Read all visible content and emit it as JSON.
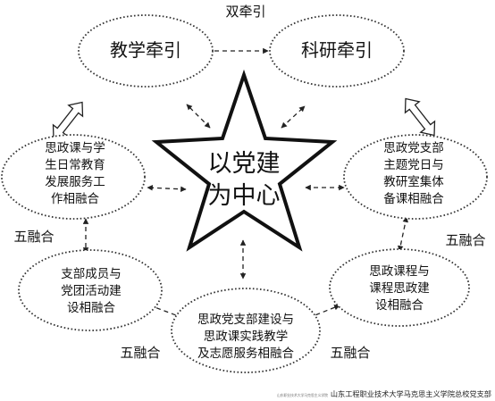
{
  "top_label": "双牵引",
  "center": {
    "line1": "以党建",
    "line2": "为中心"
  },
  "nodes": {
    "teaching": [
      "教学牵引"
    ],
    "research": [
      "科研牵引"
    ],
    "left_upper": [
      "思政课与学",
      "生日常教育",
      "发展服务工",
      "作相融合"
    ],
    "right_upper": [
      "思政党支部",
      "主题党日与",
      "教研室集体",
      "备课相融合"
    ],
    "left_lower": [
      "支部成员与",
      "党团活动建",
      "设相融合"
    ],
    "right_lower": [
      "思政课程与",
      "课程思政建",
      "设相融合"
    ],
    "bottom": [
      "思政党支部建设与",
      "思政课实践教学",
      "及志愿服务相融合"
    ]
  },
  "fusion_labels": [
    "五融合",
    "五融合",
    "五融合",
    "五融合"
  ],
  "footer": {
    "small": "山东职业技术大学马克思主义学院",
    "main": "山东工程职业技术大学马克思主义学院总校党支部"
  }
}
